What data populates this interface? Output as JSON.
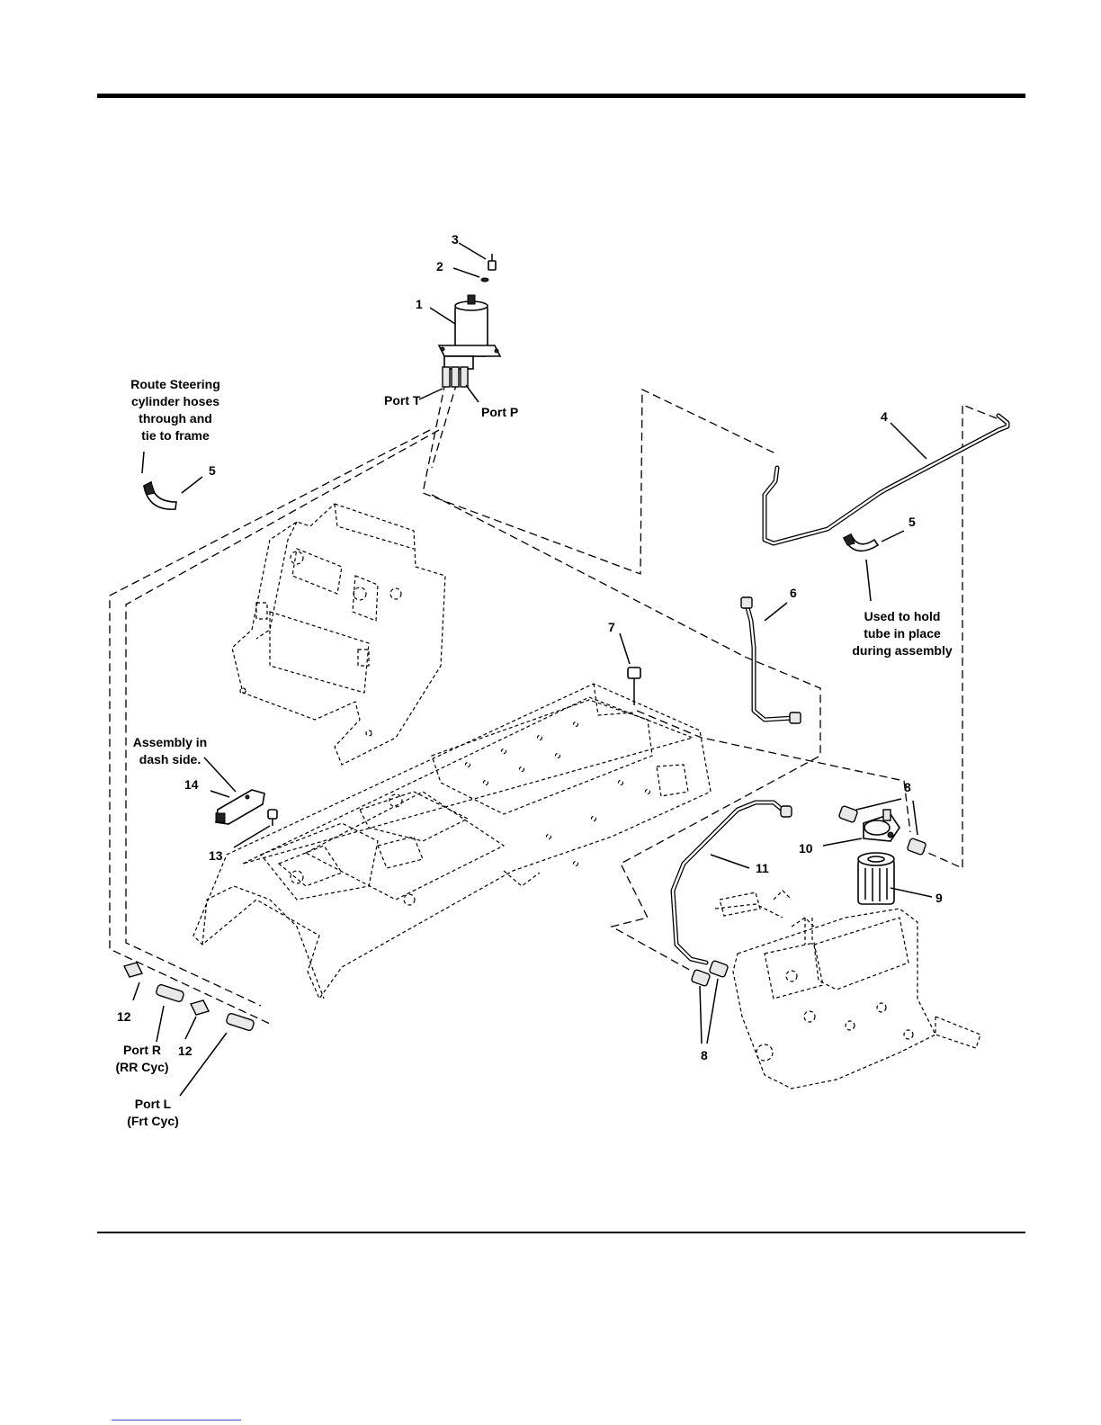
{
  "callouts": {
    "n1": "1",
    "n2": "2",
    "n3": "3",
    "n4": "4",
    "n5a": "5",
    "n5b": "5",
    "n6": "6",
    "n7": "7",
    "n8a": "8",
    "n8b": "8",
    "n9": "9",
    "n10": "10",
    "n11": "11",
    "n12a": "12",
    "n12b": "12",
    "n13": "13",
    "n14": "14"
  },
  "labels": {
    "port_t": "Port T",
    "port_p": "Port P",
    "route_note": [
      "Route Steering",
      "cylinder hoses",
      "through and",
      "tie to frame"
    ],
    "hold_note": [
      "Used to hold",
      "tube in place",
      "during assembly"
    ],
    "dash_note": [
      "Assembly in",
      "dash side."
    ],
    "port_r": [
      "Port R",
      "(RR Cyc)"
    ],
    "port_l": [
      "Port L",
      "(Frt Cyc)"
    ]
  }
}
